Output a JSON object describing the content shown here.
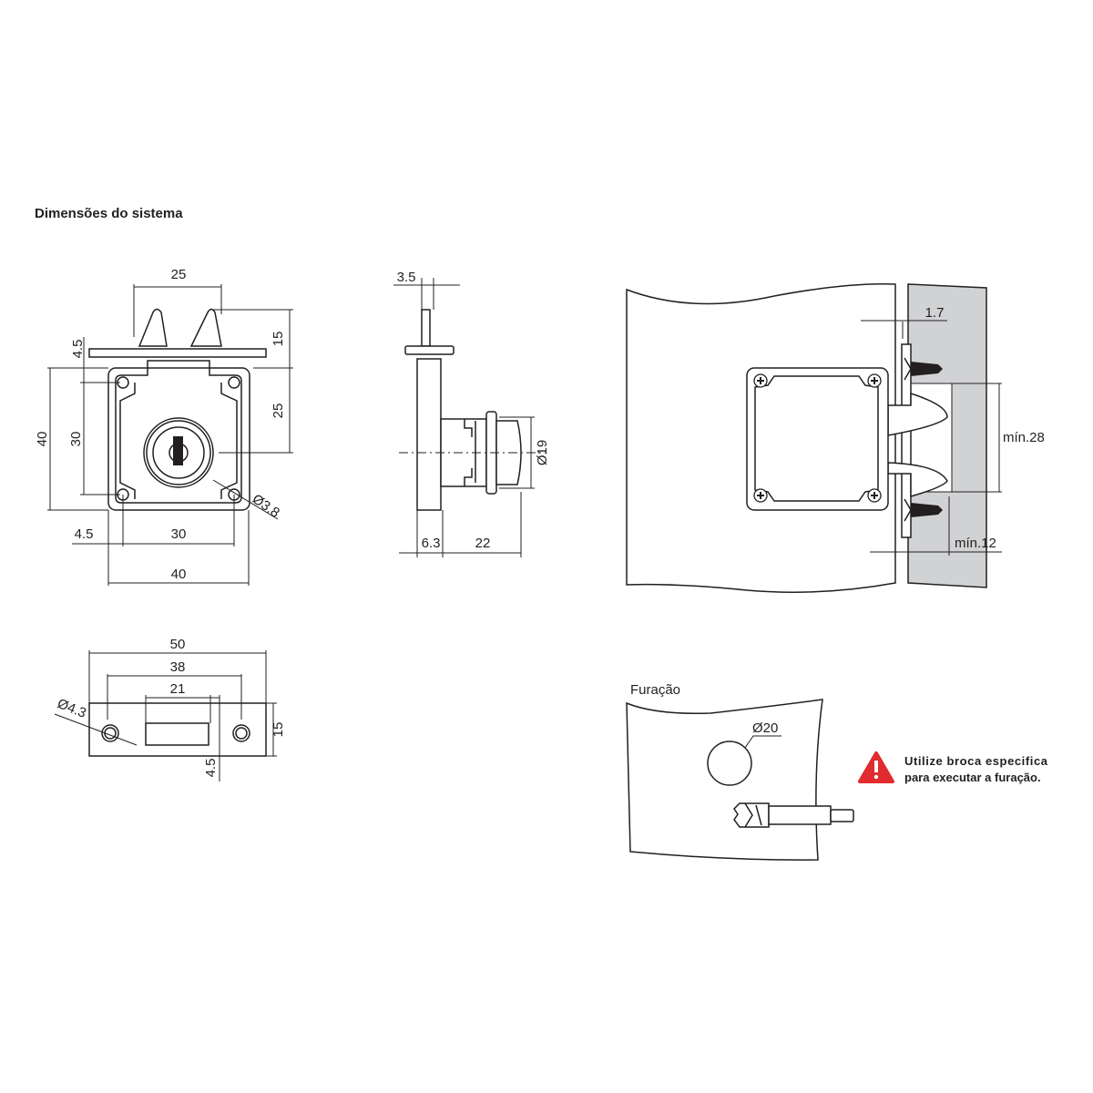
{
  "title": "Dimensões do sistema",
  "front_view": {
    "dims": {
      "top_width": "25",
      "wing_height": "15",
      "plate_thickness": "4.5",
      "center_height": "25",
      "body_height": "40",
      "hole_spacing_v": "30",
      "hole_offset": "4.5",
      "hole_spacing_h": "30",
      "body_width": "40",
      "hole_diameter": "Ø3.8"
    }
  },
  "side_view": {
    "dims": {
      "stem": "3.5",
      "cylinder_diameter": "Ø19",
      "body_depth": "6.3",
      "cylinder_length": "22"
    }
  },
  "installation_view": {
    "dims": {
      "plate": "1.7",
      "min_recess": "mín.28",
      "min_edge": "mín.12"
    }
  },
  "strike_plate": {
    "dims": {
      "length": "50",
      "hole_spacing": "38",
      "slot_width": "21",
      "height": "15",
      "hole_diameter": "Ø4.3",
      "slot_offset": "4.5"
    }
  },
  "drilling": {
    "label": "Furação",
    "hole_diameter": "Ø20",
    "warning_line1": "Utilize broca especifica",
    "warning_line2": "para executar a furação.",
    "warning_color": "#e02b2f",
    "panel_gray": "#d1d2d4"
  }
}
